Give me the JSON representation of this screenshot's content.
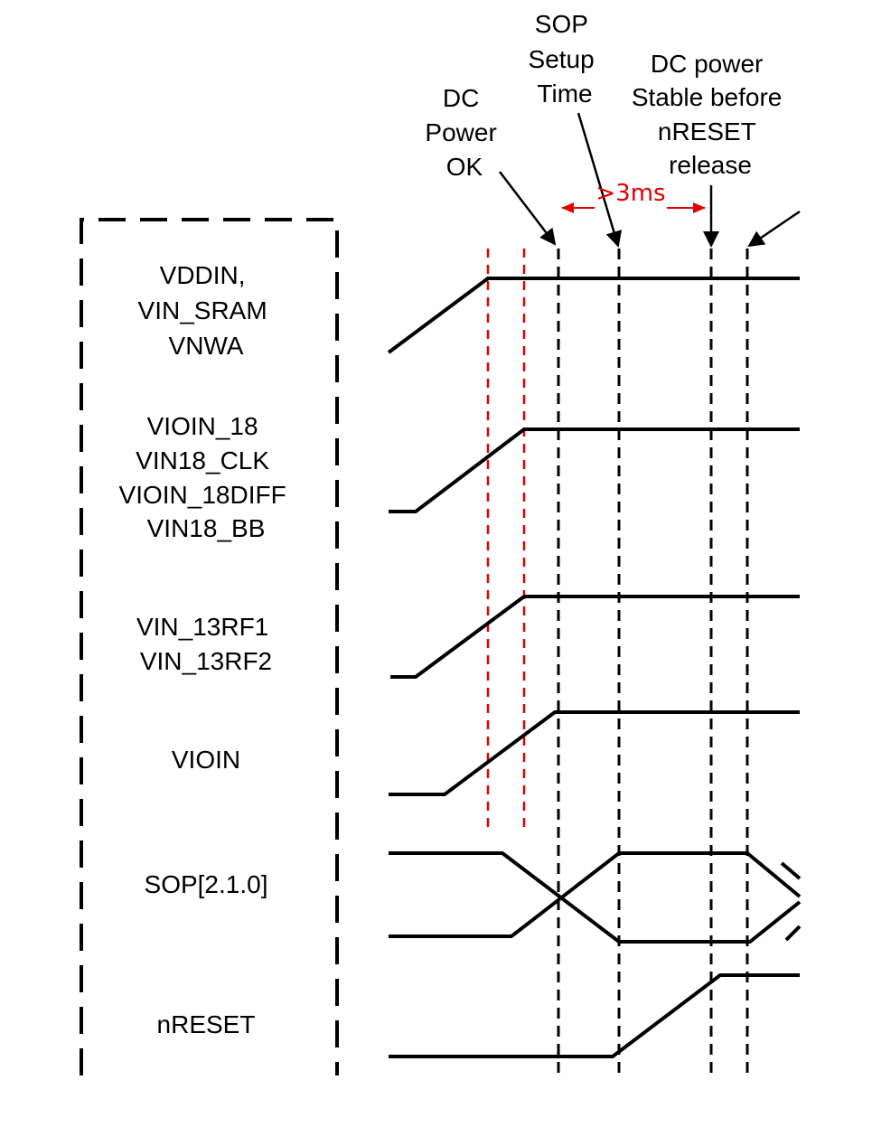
{
  "annotations": {
    "dc_power_ok": [
      "DC",
      "Power",
      "OK"
    ],
    "sop_setup_time": [
      "SOP",
      "Setup",
      "Time"
    ],
    "dc_power_stable": [
      "DC power",
      "Stable before",
      "nRESET",
      "release"
    ],
    "timing_gap": ">3ms"
  },
  "signals": [
    {
      "id": "vddin",
      "lines": [
        "VDDIN,",
        "VIN_SRAM",
        "VNWA"
      ]
    },
    {
      "id": "vioin18",
      "lines": [
        "VIOIN_18",
        "VIN18_CLK",
        "VIOIN_18DIFF",
        "VIN18_BB"
      ]
    },
    {
      "id": "vin13rf",
      "lines": [
        "VIN_13RF1",
        "VIN_13RF2"
      ]
    },
    {
      "id": "vioin",
      "lines": [
        "VIOIN"
      ]
    },
    {
      "id": "sop",
      "lines": [
        "SOP[2.1.0]"
      ]
    },
    {
      "id": "nreset",
      "lines": [
        "nRESET"
      ]
    }
  ],
  "colors": {
    "marker_red": "#e00000",
    "line": "#000000",
    "background": "#ffffff"
  }
}
